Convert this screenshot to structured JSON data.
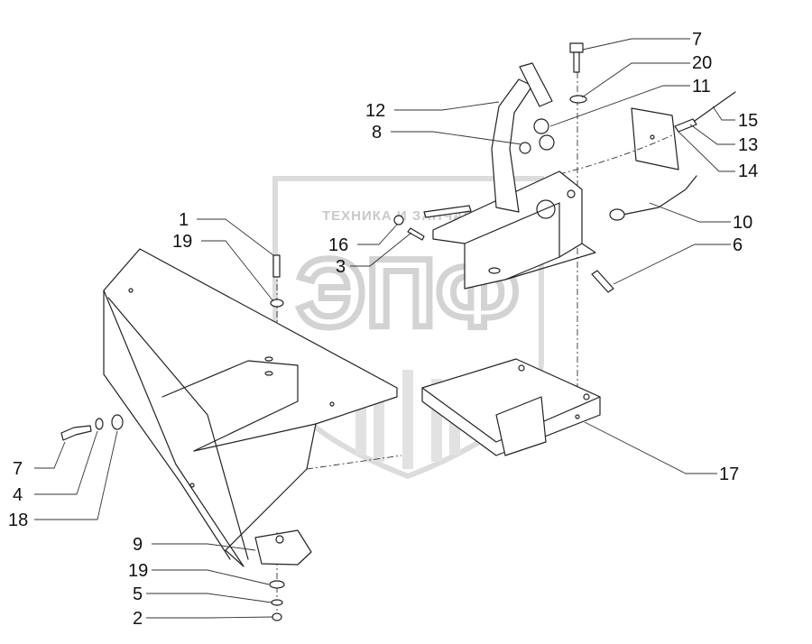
{
  "watermark": {
    "top_text": "ТЕХНИКА И ЗАПЧАСТИ",
    "big_text": "ЭПФ"
  },
  "callouts": [
    {
      "id": "7a",
      "text": "7"
    },
    {
      "id": "20",
      "text": "20"
    },
    {
      "id": "11",
      "text": "11"
    },
    {
      "id": "12",
      "text": "12"
    },
    {
      "id": "15",
      "text": "15"
    },
    {
      "id": "8",
      "text": "8"
    },
    {
      "id": "13",
      "text": "13"
    },
    {
      "id": "14",
      "text": "14"
    },
    {
      "id": "1",
      "text": "1"
    },
    {
      "id": "10",
      "text": "10"
    },
    {
      "id": "19a",
      "text": "19"
    },
    {
      "id": "16",
      "text": "16"
    },
    {
      "id": "6",
      "text": "6"
    },
    {
      "id": "3",
      "text": "3"
    },
    {
      "id": "17",
      "text": "17"
    },
    {
      "id": "7b",
      "text": "7"
    },
    {
      "id": "4",
      "text": "4"
    },
    {
      "id": "18",
      "text": "18"
    },
    {
      "id": "9",
      "text": "9"
    },
    {
      "id": "19b",
      "text": "19"
    },
    {
      "id": "5",
      "text": "5"
    },
    {
      "id": "2",
      "text": "2"
    }
  ]
}
